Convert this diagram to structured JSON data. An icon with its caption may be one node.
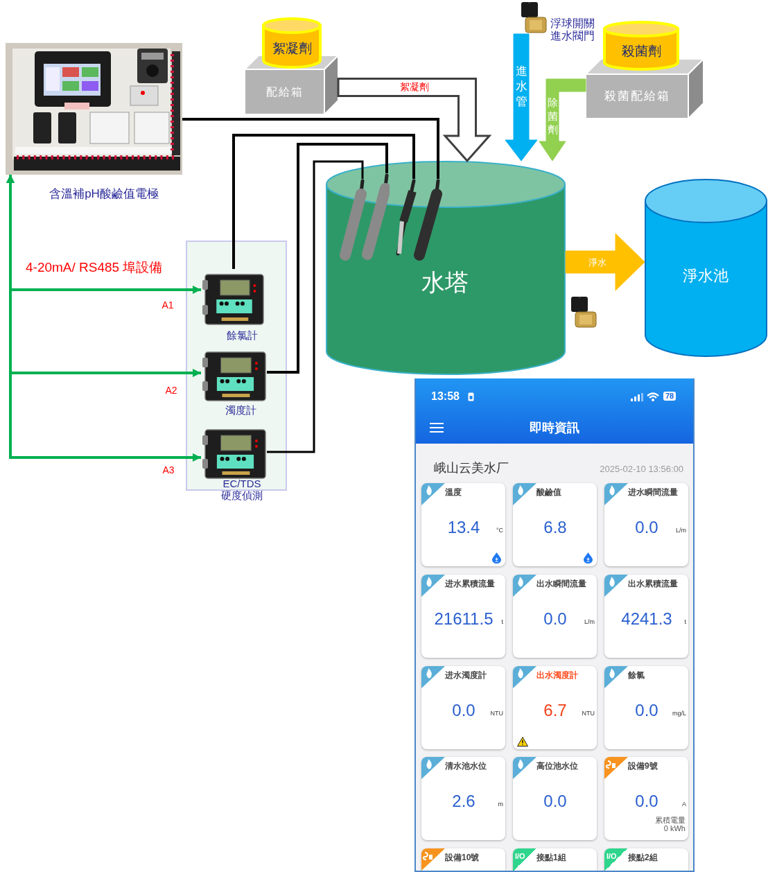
{
  "diagram": {
    "nodes": [
      {
        "text": [],
        "shape": "picture",
        "beside": [
          "含溫補pH酸鹼值電極"
        ]
      },
      {
        "text": [
          "絮凝劑"
        ]
      },
      {
        "text": [
          "配給箱"
        ]
      },
      {
        "text": [],
        "shape": "picture",
        "beside": [
          "浮球開關進水閥門"
        ]
      },
      {
        "text": [
          "殺菌劑"
        ]
      },
      {
        "text": [
          "殺菌配給箱"
        ]
      },
      {
        "text": [
          "水塔"
        ]
      },
      {
        "text": [],
        "shape": "picture",
        "in": 6
      },
      {
        "text": [],
        "shape": "picture",
        "in": 6
      },
      {
        "text": [],
        "shape": "picture",
        "in": 6
      },
      {
        "text": [],
        "shape": "picture",
        "in": 6
      },
      {
        "text": [
          "淨水池"
        ]
      },
      {
        "text": [],
        "shape": "box"
      },
      {
        "text": [],
        "shape": "picture",
        "in": 12,
        "beside": [
          "餘氯計"
        ]
      },
      {
        "text": [],
        "shape": "picture",
        "in": 12,
        "beside": [
          "濁度計"
        ]
      },
      {
        "text": [],
        "shape": "picture",
        "in": 12,
        "beside": [
          "EC/TDS 硬度偵測"
        ]
      },
      {
        "text": [
          "13:58",
          "78",
          "即時資訊",
          "峨山云美水厂",
          "2025-02-10 13:56:00"
        ]
      },
      {
        "text": [
          "溫度",
          "13.4",
          "°C"
        ],
        "in": 16
      },
      {
        "text": [
          "酸鹼值",
          "6.8"
        ],
        "in": 16
      },
      {
        "text": [
          "进水瞬間流量",
          "0.0",
          "L/m"
        ],
        "in": 16
      },
      {
        "text": [
          "进水累積流量",
          "21611.5",
          "t"
        ],
        "in": 16
      },
      {
        "text": [
          "出水瞬間流量",
          "0.0",
          "L/m"
        ],
        "in": 16
      },
      {
        "text": [
          "出水累積流量",
          "4241.3",
          "t"
        ],
        "in": 16
      },
      {
        "text": [
          "进水濁度計",
          "0.0",
          "NTU"
        ],
        "in": 16
      },
      {
        "text": [
          "出水濁度計",
          "6.7",
          "NTU"
        ],
        "in": 16
      },
      {
        "text": [
          "餘氯",
          "0.0",
          "mg/L"
        ],
        "in": 16
      },
      {
        "text": [
          "清水池水位",
          "2.6",
          "m"
        ],
        "in": 16
      },
      {
        "text": [
          "高位池水位",
          "0.0"
        ],
        "in": 16
      },
      {
        "text": [
          "設備9號",
          "0.0",
          "A",
          "累積電量 0 kWh"
        ],
        "in": 16
      },
      {
        "text": [
          "設備10號"
        ],
        "in": 16
      },
      {
        "text": [
          "I/O",
          "接點1組"
        ],
        "in": 16
      },
      {
        "text": [
          "I/O",
          "接點2組"
        ],
        "in": 16
      }
    ],
    "edges": [
      {
        "from": 2,
        "to": 6,
        "arrow": "to",
        "label": "絮凝劑",
        "style": "thick",
        "color": "#ffffff"
      },
      {
        "from": 3,
        "to": 6,
        "arrow": "to",
        "label": "進水管",
        "style": "thick",
        "color": "#00b0f0"
      },
      {
        "from": 5,
        "to": 6,
        "arrow": "to",
        "label": "除菌劑",
        "style": "thick",
        "color": "#92d050"
      },
      {
        "from": 0,
        "to": 10,
        "arrow": "none"
      },
      {
        "from": 13,
        "to": 9,
        "arrow": "none"
      },
      {
        "from": 14,
        "to": 8,
        "arrow": "none"
      },
      {
        "from": 15,
        "to": 7,
        "arrow": "none"
      },
      {
        "from": 6,
        "to": 11,
        "arrow": "to",
        "label": "淨水",
        "style": "thick",
        "color": "#ffc000"
      },
      {
        "from": 0,
        "to": 13,
        "arrow": "both",
        "label": "A1",
        "color": "#00b050"
      },
      {
        "from": 0,
        "to": 14,
        "arrow": "both",
        "label": "A2",
        "color": "#00b050"
      },
      {
        "from": 0,
        "to": 15,
        "arrow": "both",
        "label": "A3",
        "color": "#00b050"
      }
    ],
    "labels": [
      "4-20mA/ RS485 埠設備"
    ]
  }
}
